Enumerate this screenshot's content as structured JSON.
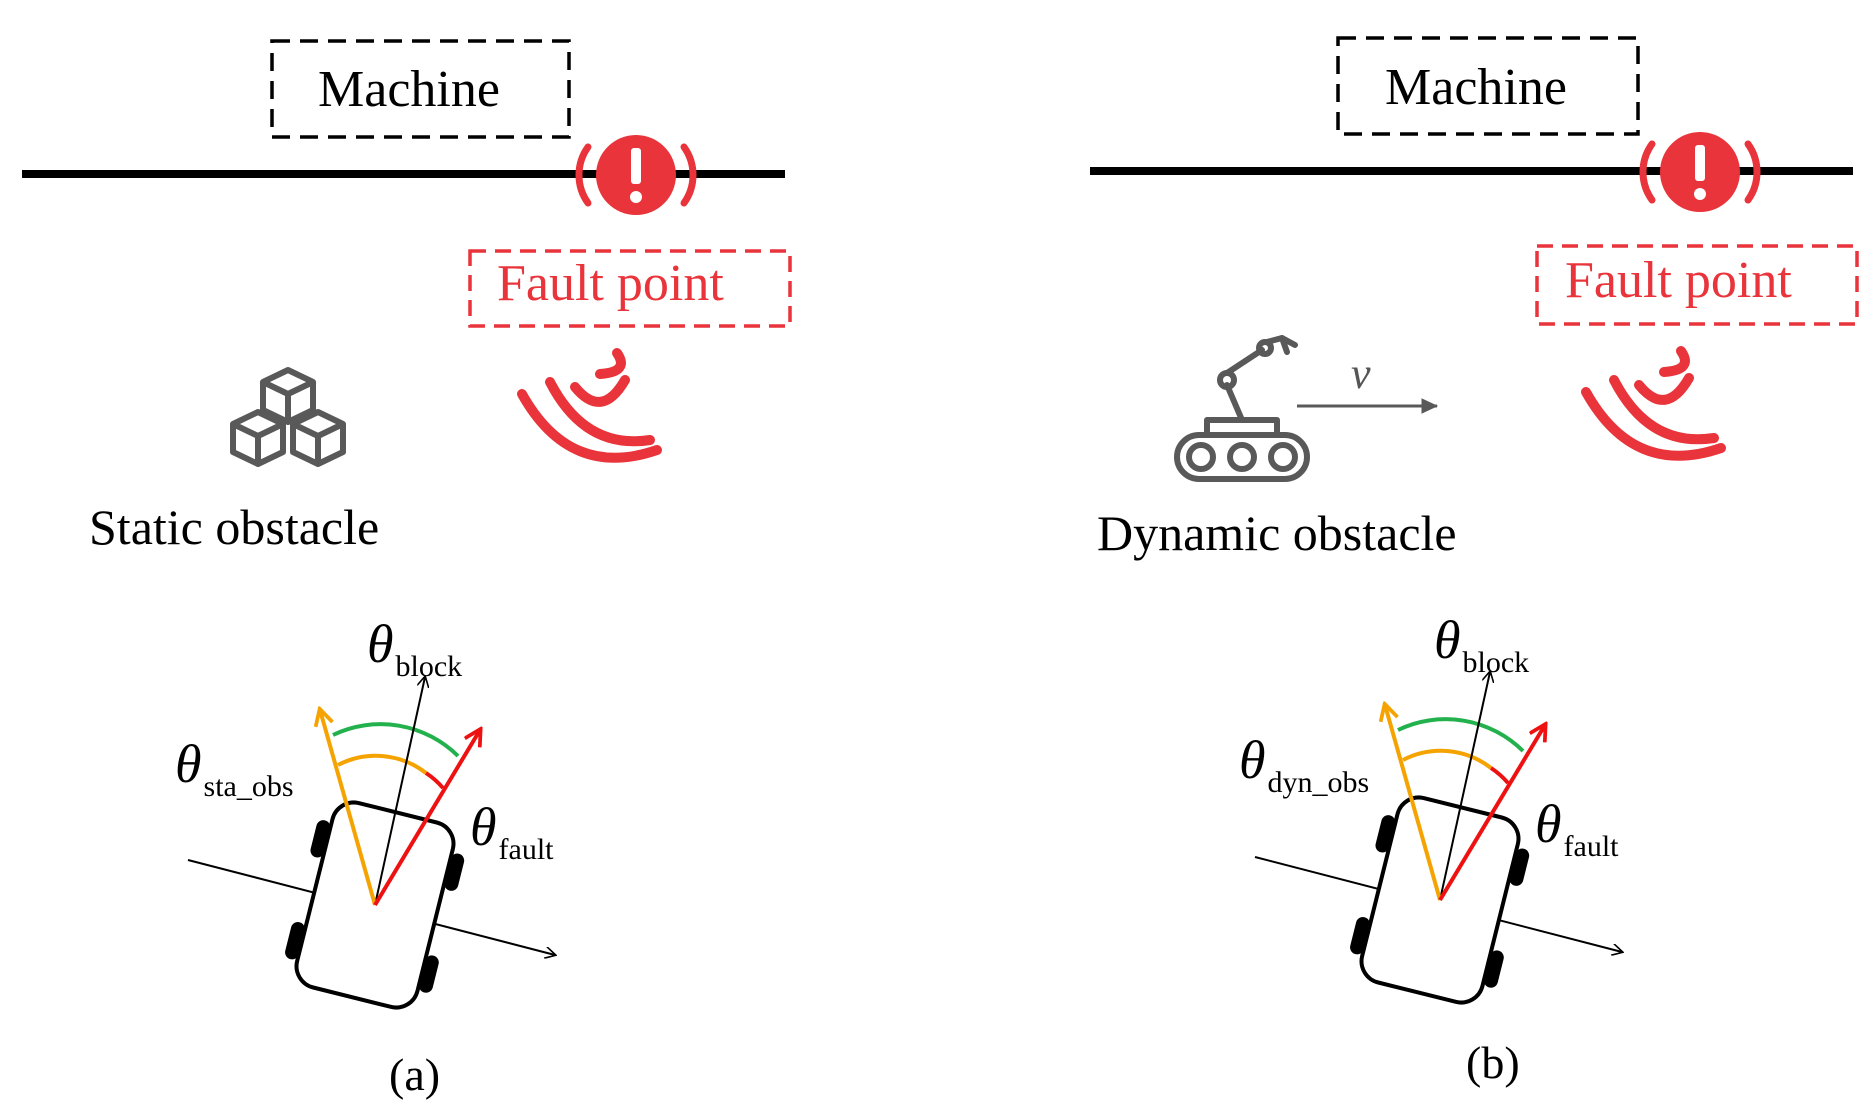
{
  "colors": {
    "fault": "#e8343a",
    "orange": "#f5a300",
    "green": "#22b14c",
    "red_arrow": "#ee1111",
    "obstacle_gray": "#595959",
    "line": "#000000"
  },
  "panels": [
    {
      "id": "a",
      "machine_label": "Machine",
      "fault_label": "Fault point",
      "obstacle_label": "Static obstacle",
      "obstacle_icon": "cubes-icon",
      "theta_block": {
        "symbol": "θ",
        "sub": "block"
      },
      "theta_obs": {
        "symbol": "θ",
        "sub": "sta_obs"
      },
      "theta_fault": {
        "symbol": "θ",
        "sub": "fault"
      },
      "caption": "(a)"
    },
    {
      "id": "b",
      "machine_label": "Machine",
      "fault_label": "Fault point",
      "obstacle_label": "Dynamic obstacle",
      "obstacle_icon": "tracked-robot-arm-icon",
      "velocity_label": "v",
      "theta_block": {
        "symbol": "θ",
        "sub": "block"
      },
      "theta_obs": {
        "symbol": "θ",
        "sub": "dyn_obs"
      },
      "theta_fault": {
        "symbol": "θ",
        "sub": "fault"
      },
      "caption": "(b)"
    }
  ]
}
